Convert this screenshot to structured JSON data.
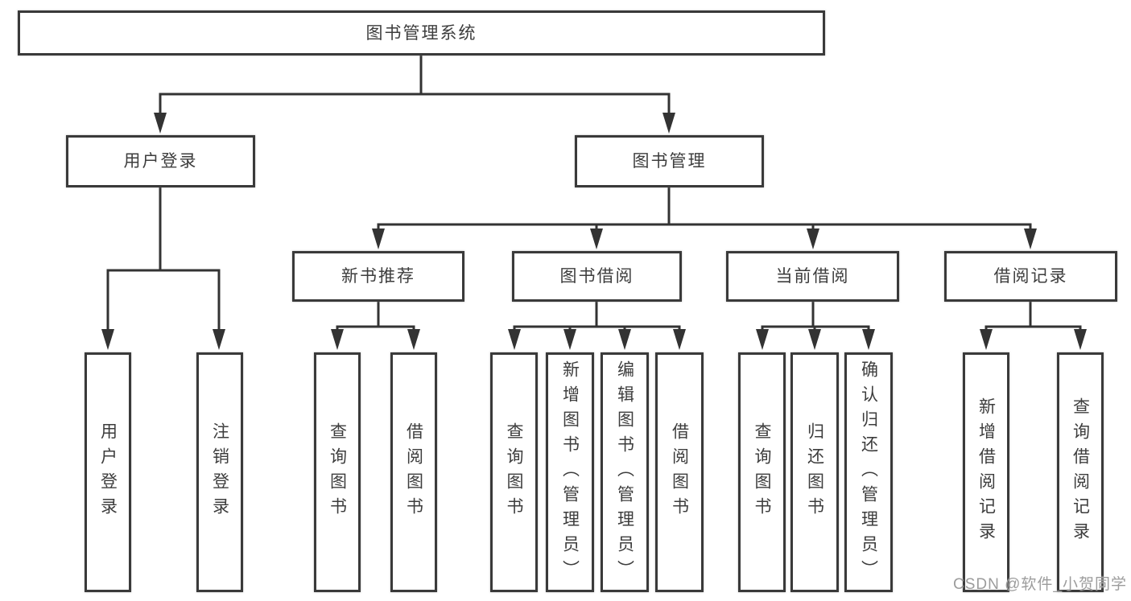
{
  "diagram": {
    "title": "图书管理系统",
    "tree": {
      "label": "图书管理系统",
      "children": [
        {
          "label": "用户登录",
          "children": [
            {
              "label": "用户登录"
            },
            {
              "label": "注销登录"
            }
          ]
        },
        {
          "label": "图书管理",
          "children": [
            {
              "label": "新书推荐",
              "children": [
                {
                  "label": "查询图书"
                },
                {
                  "label": "借阅图书"
                }
              ]
            },
            {
              "label": "图书借阅",
              "children": [
                {
                  "label": "查询图书"
                },
                {
                  "label": "新增图书（管理员）"
                },
                {
                  "label": "编辑图书（管理员）"
                },
                {
                  "label": "借阅图书"
                }
              ]
            },
            {
              "label": "当前借阅",
              "children": [
                {
                  "label": "查询图书"
                },
                {
                  "label": "归还图书"
                },
                {
                  "label": "确认归还（管理员）"
                }
              ]
            },
            {
              "label": "借阅记录",
              "children": [
                {
                  "label": "新增借阅记录"
                },
                {
                  "label": "查询借阅记录"
                }
              ]
            }
          ]
        }
      ]
    },
    "colors": {
      "box_border": "#3a3a3a",
      "line": "#333333",
      "text": "#3d3d3d",
      "background": "#ffffff",
      "watermark": "#9c9c9c"
    }
  },
  "watermark": {
    "text": "CSDN @软件_小贺同学"
  }
}
